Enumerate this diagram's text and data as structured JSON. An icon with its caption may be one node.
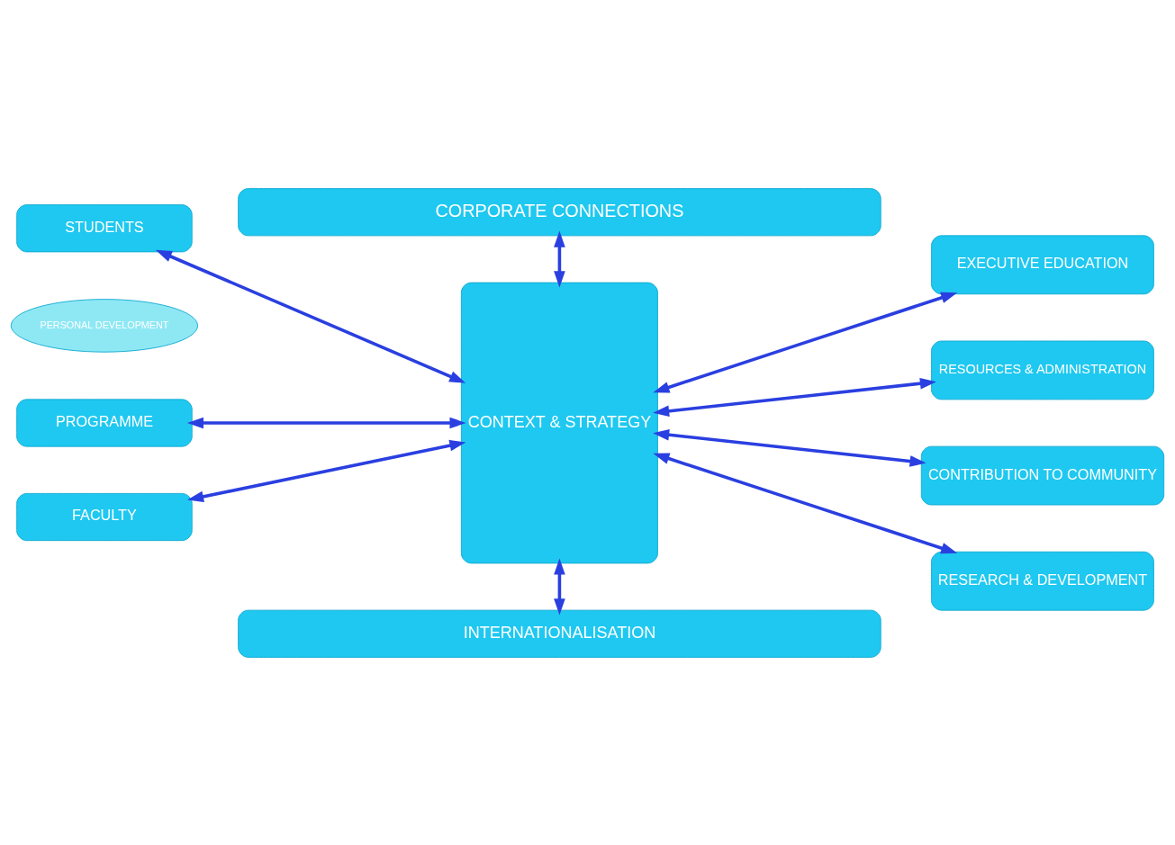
{
  "diagram": {
    "nodes": [
      {
        "text": [
          "CORPORATE CONNECTIONS"
        ]
      },
      {
        "text": [
          "CONTEXT & STRATEGY"
        ]
      },
      {
        "text": [
          "STUDENTS"
        ]
      },
      {
        "text": [
          "PERSONAL DEVELOPMENT"
        ]
      },
      {
        "text": [
          "PROGRAMME"
        ]
      },
      {
        "text": [
          "FACULTY"
        ]
      },
      {
        "text": [
          "EXECUTIVE EDUCATION"
        ]
      },
      {
        "text": [
          "RESOURCES & ADMINISTRATION"
        ]
      },
      {
        "text": [
          "CONTRIBUTION TO COMMUNITY"
        ]
      },
      {
        "text": [
          "RESEARCH & DEVELOPMENT"
        ]
      },
      {
        "text": [
          "INTERNATIONALISATION"
        ]
      }
    ],
    "edges": [
      {
        "from": 0,
        "to": 1,
        "arrow": "both"
      },
      {
        "from": 2,
        "to": 1,
        "arrow": "both"
      },
      {
        "from": 4,
        "to": 1,
        "arrow": "both"
      },
      {
        "from": 5,
        "to": 1,
        "arrow": "both"
      },
      {
        "from": 1,
        "to": 6,
        "arrow": "both"
      },
      {
        "from": 1,
        "to": 7,
        "arrow": "both"
      },
      {
        "from": 1,
        "to": 8,
        "arrow": "both"
      },
      {
        "from": 1,
        "to": 9,
        "arrow": "both"
      },
      {
        "from": 1,
        "to": 10,
        "arrow": "both"
      }
    ]
  }
}
